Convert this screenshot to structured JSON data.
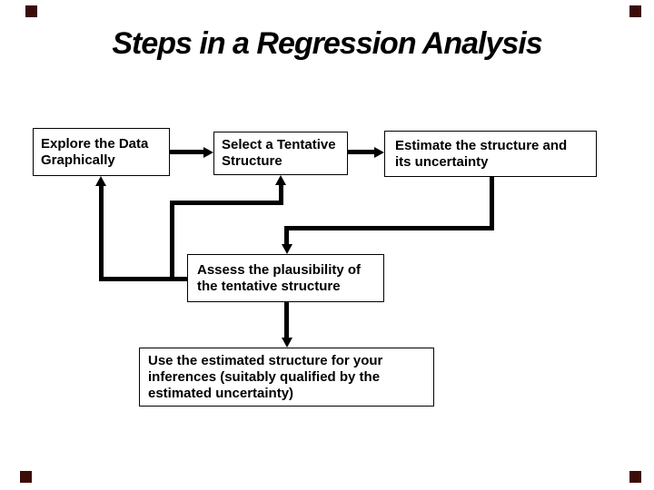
{
  "slide": {
    "title": "Steps in a Regression Analysis",
    "corner_marker_color": "#3d0c08"
  },
  "flowchart": {
    "boxes": [
      {
        "id": "explore",
        "lines": [
          "Explore the Data",
          "Graphically"
        ]
      },
      {
        "id": "select",
        "lines": [
          "Select a Tentative",
          "Structure"
        ]
      },
      {
        "id": "estimate",
        "lines": [
          "Estimate the structure and",
          "its uncertainty"
        ]
      },
      {
        "id": "assess",
        "lines": [
          "Assess the plausibility of",
          "the tentative structure"
        ]
      },
      {
        "id": "use",
        "lines": [
          "Use the estimated structure for your",
          "inferences (suitably qualified by the",
          "estimated uncertainty)"
        ]
      }
    ],
    "connections": [
      {
        "from": "explore",
        "to": "select"
      },
      {
        "from": "select",
        "to": "estimate"
      },
      {
        "from": "estimate",
        "to": "assess"
      },
      {
        "from": "assess",
        "to": "use"
      },
      {
        "from": "assess",
        "to": "explore"
      },
      {
        "from": "assess",
        "to": "select"
      }
    ]
  }
}
